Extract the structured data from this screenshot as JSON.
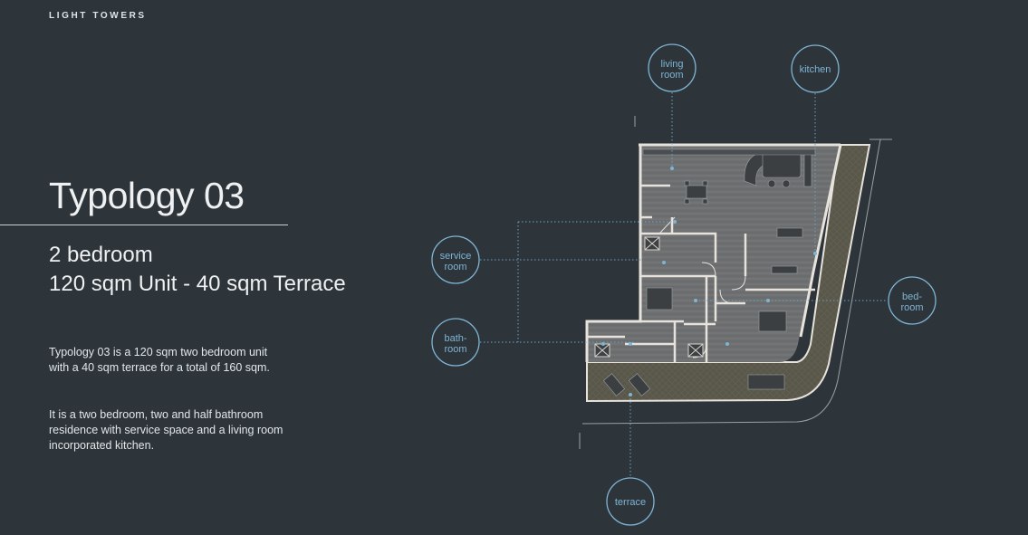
{
  "brand": "LIGHT TOWERS",
  "title": "Typology 03",
  "subtitle": {
    "line1": "2 bedroom",
    "line2": "120 sqm Unit - 40 sqm Terrace"
  },
  "description": {
    "paragraph1": "Typology 03 is a 120 sqm two bedroom unit with a 40 sqm terrace for a total of 160 sqm.",
    "paragraph2": "It is a two bedroom, two and half bathroom residence with service space and a living room incorporated kitchen."
  },
  "labels": {
    "living_room": [
      "living",
      "room"
    ],
    "kitchen": [
      "kitchen"
    ],
    "service_room": [
      "service",
      "room"
    ],
    "bath_room": [
      "bath-",
      "room"
    ],
    "bed_room": [
      "bed-",
      "room"
    ],
    "terrace": [
      "terrace"
    ]
  },
  "colors": {
    "background": "#2d353b",
    "accent": "#7fb4d3",
    "floor": "#6f7173",
    "terrace": "#5a5a4c",
    "walls": "#e7e3dc"
  }
}
